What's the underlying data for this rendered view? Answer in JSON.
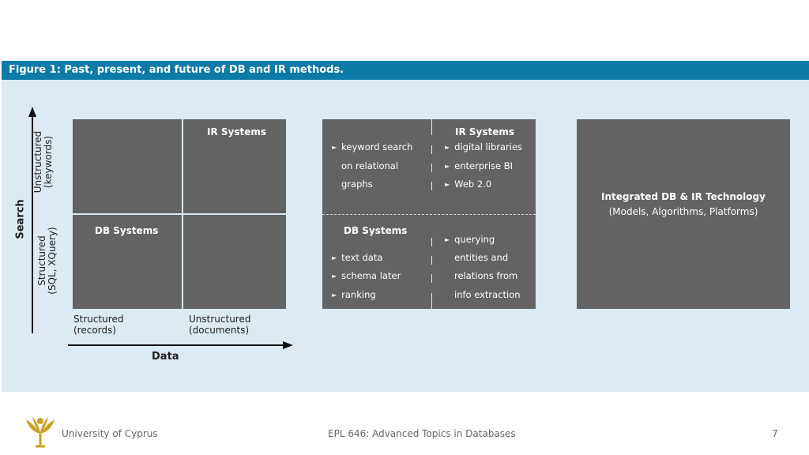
{
  "figure": {
    "caption": "Figure 1: Past, present, and future of DB and IR methods."
  },
  "axes": {
    "y_title": "Search",
    "y_top_line1": "Unstructured",
    "y_top_line2": "(keywords)",
    "y_bottom_line1": "Structured",
    "y_bottom_line2": "(SQL, XQuery)",
    "x_title": "Data",
    "x_left_line1": "Structured",
    "x_left_line2": "(records)",
    "x_right_line1": "Unstructured",
    "x_right_line2": "(documents)"
  },
  "panel1": {
    "ir_title": "IR Systems",
    "db_title": "DB Systems"
  },
  "panel2": {
    "top_left": [
      "keyword search",
      "on relational",
      "graphs"
    ],
    "ir_title": "IR Systems",
    "ir_items": [
      "digital libraries",
      "enterprise BI",
      "Web 2.0"
    ],
    "db_title": "DB Systems",
    "db_items": [
      "text data",
      "schema later",
      "ranking"
    ],
    "bottom_right": [
      "querying",
      "entities and",
      "relations from",
      "info extraction"
    ]
  },
  "panel3": {
    "title": "Integrated DB & IR Technology",
    "subtitle": "(Models, Algorithms, Platforms)"
  },
  "footer": {
    "university": "University of Cyprus",
    "course": "EPL 646: Advanced Topics in Databases",
    "page_number": "7"
  },
  "colors": {
    "header_bar": "#0c7ba8",
    "figure_background": "#dbeaf3",
    "panel_gray": "#636363",
    "logo_gold": "#c9a227"
  }
}
